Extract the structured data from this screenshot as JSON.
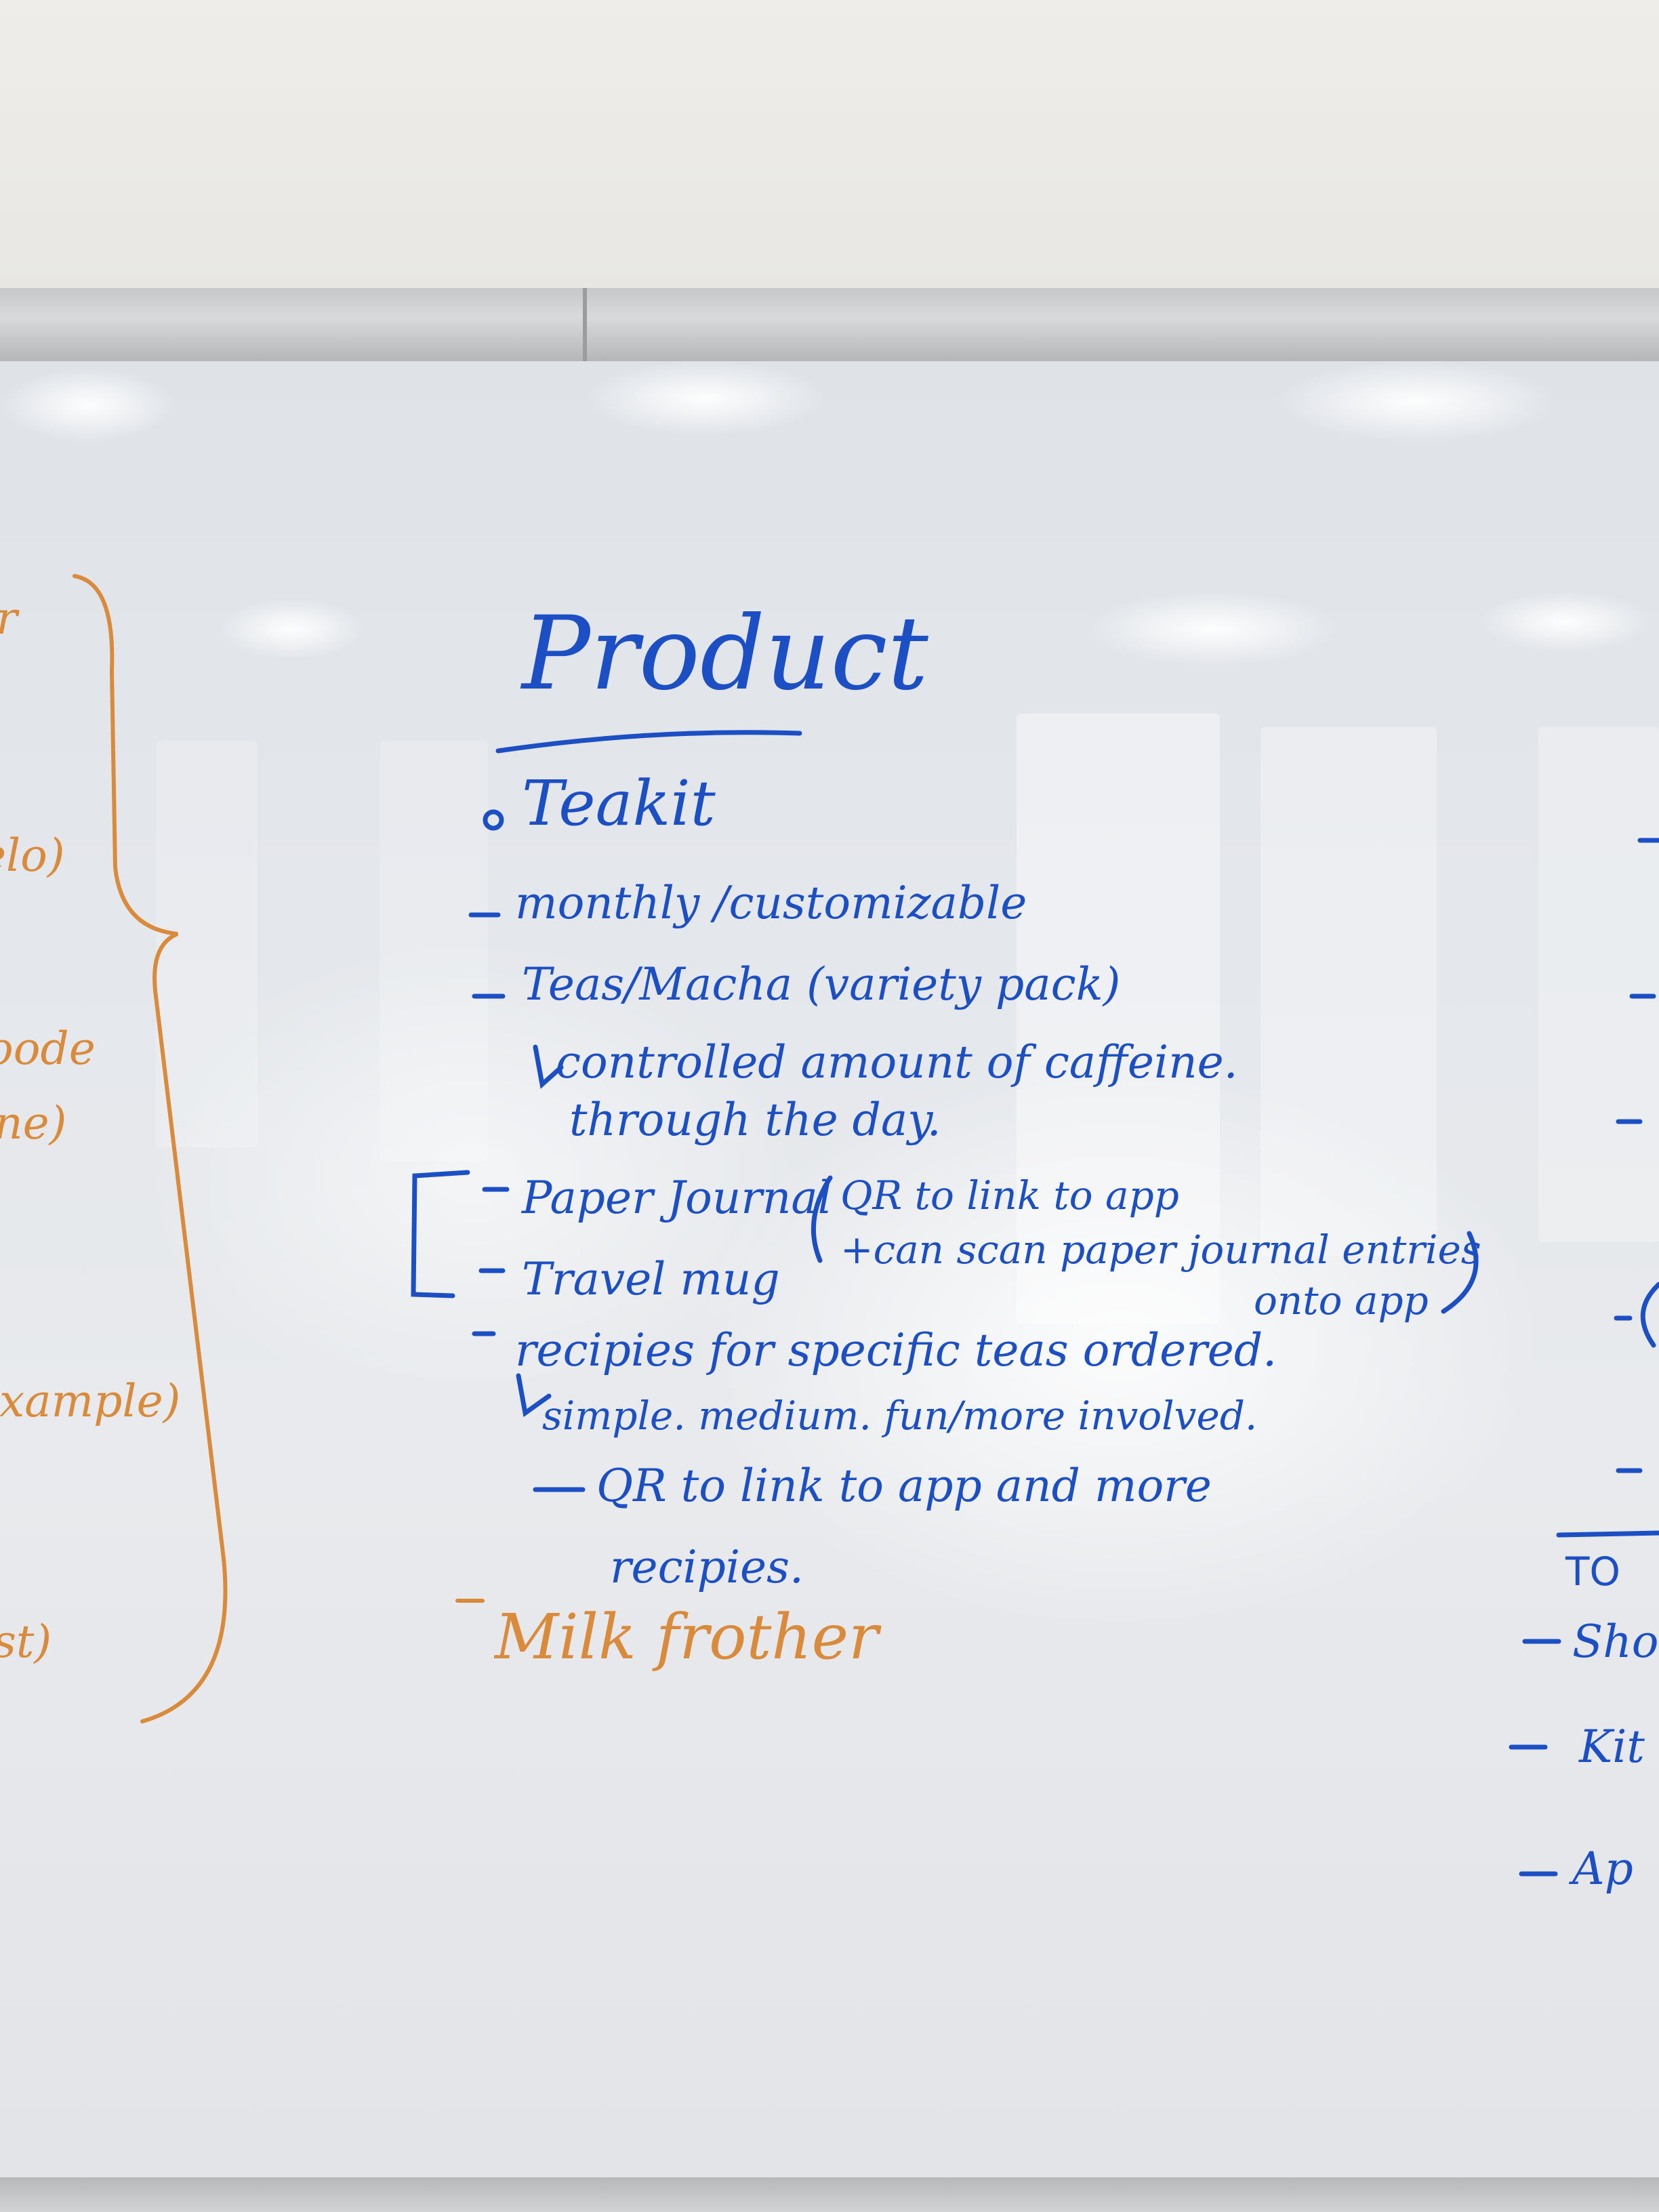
{
  "board": {
    "title": "Product",
    "subtitle": "Teakit",
    "bullets": [
      "monthly /customizable",
      "Teas/Macha (variety pack)",
      "controlled amount of caffeine.",
      "through the day.",
      "Paper Journal",
      "QR to link to app",
      "+can scan paper journal entries",
      "onto app",
      "Travel mug",
      "recipies for specific teas ordered.",
      "simple.   medium.   fun/more involved.",
      "QR to link to app and more",
      "recipies.",
      "Milk frother"
    ]
  },
  "left_edge": {
    "fragments": [
      "r",
      "elo)",
      "oode",
      "ine)",
      "example)",
      "st)"
    ]
  },
  "right_edge": {
    "fragments": [
      "TO",
      "Sho",
      "Kit",
      "Ap"
    ]
  },
  "colors": {
    "blue_marker": "#1d4fc4",
    "orange_marker": "#d98a3a"
  }
}
